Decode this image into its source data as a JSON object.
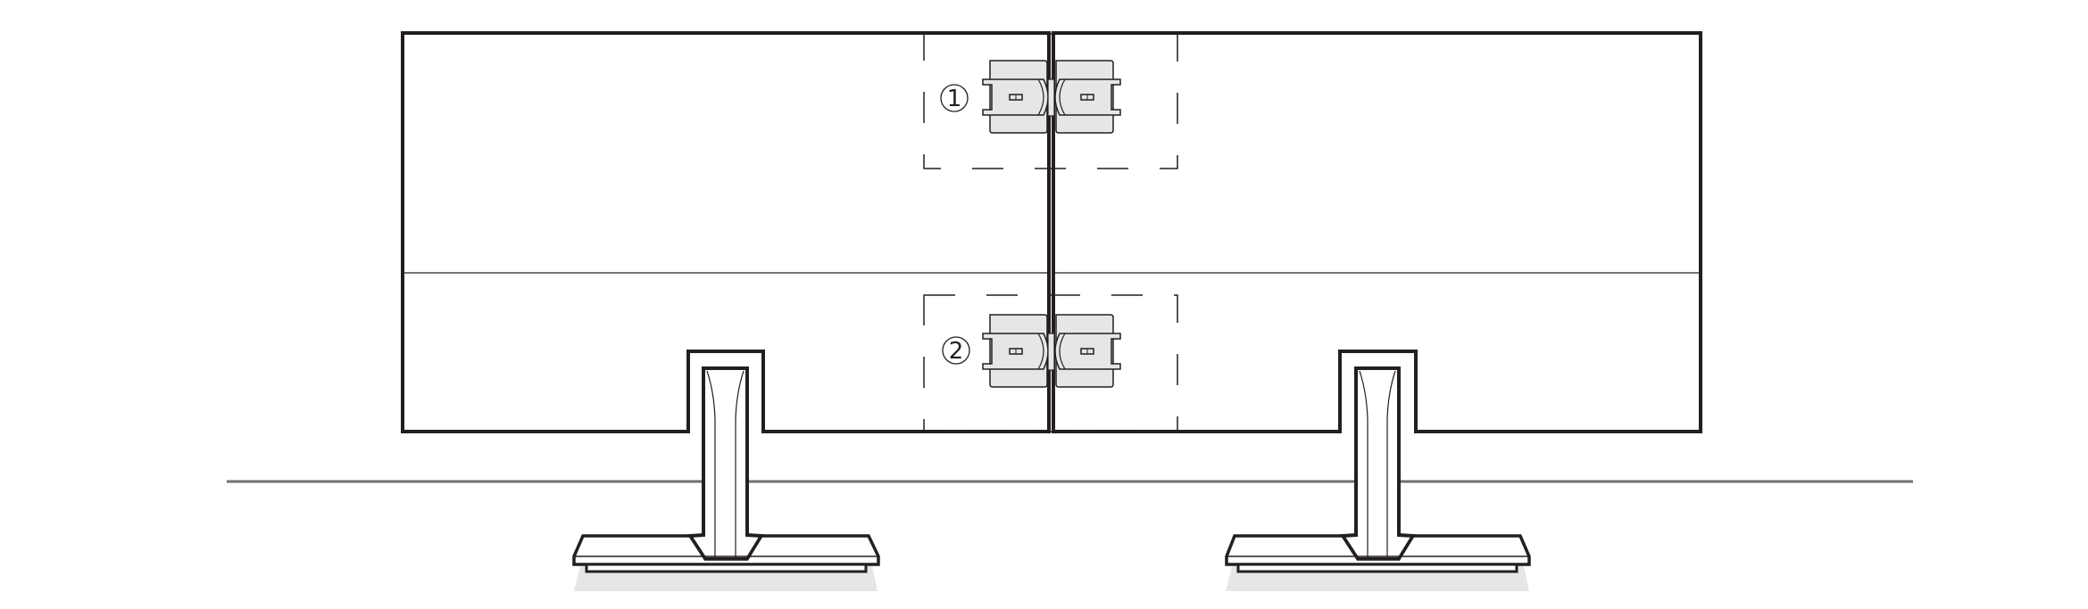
{
  "diagram": {
    "type": "assembly-illustration",
    "subject": "Two monitors joined side-by-side with connecting brackets",
    "colors": {
      "outline": "#231f20",
      "bracket_fill": "#e6e6e6",
      "floor_line": "#707070",
      "shadow": "#e6e6e6",
      "background": "#ffffff"
    },
    "callouts": [
      {
        "label": "1",
        "position": "upper bracket set"
      },
      {
        "label": "2",
        "position": "lower bracket set"
      }
    ],
    "components": [
      "left-monitor",
      "right-monitor",
      "upper-bracket-pair",
      "lower-bracket-pair",
      "left-stand",
      "right-stand",
      "floor-line"
    ]
  }
}
